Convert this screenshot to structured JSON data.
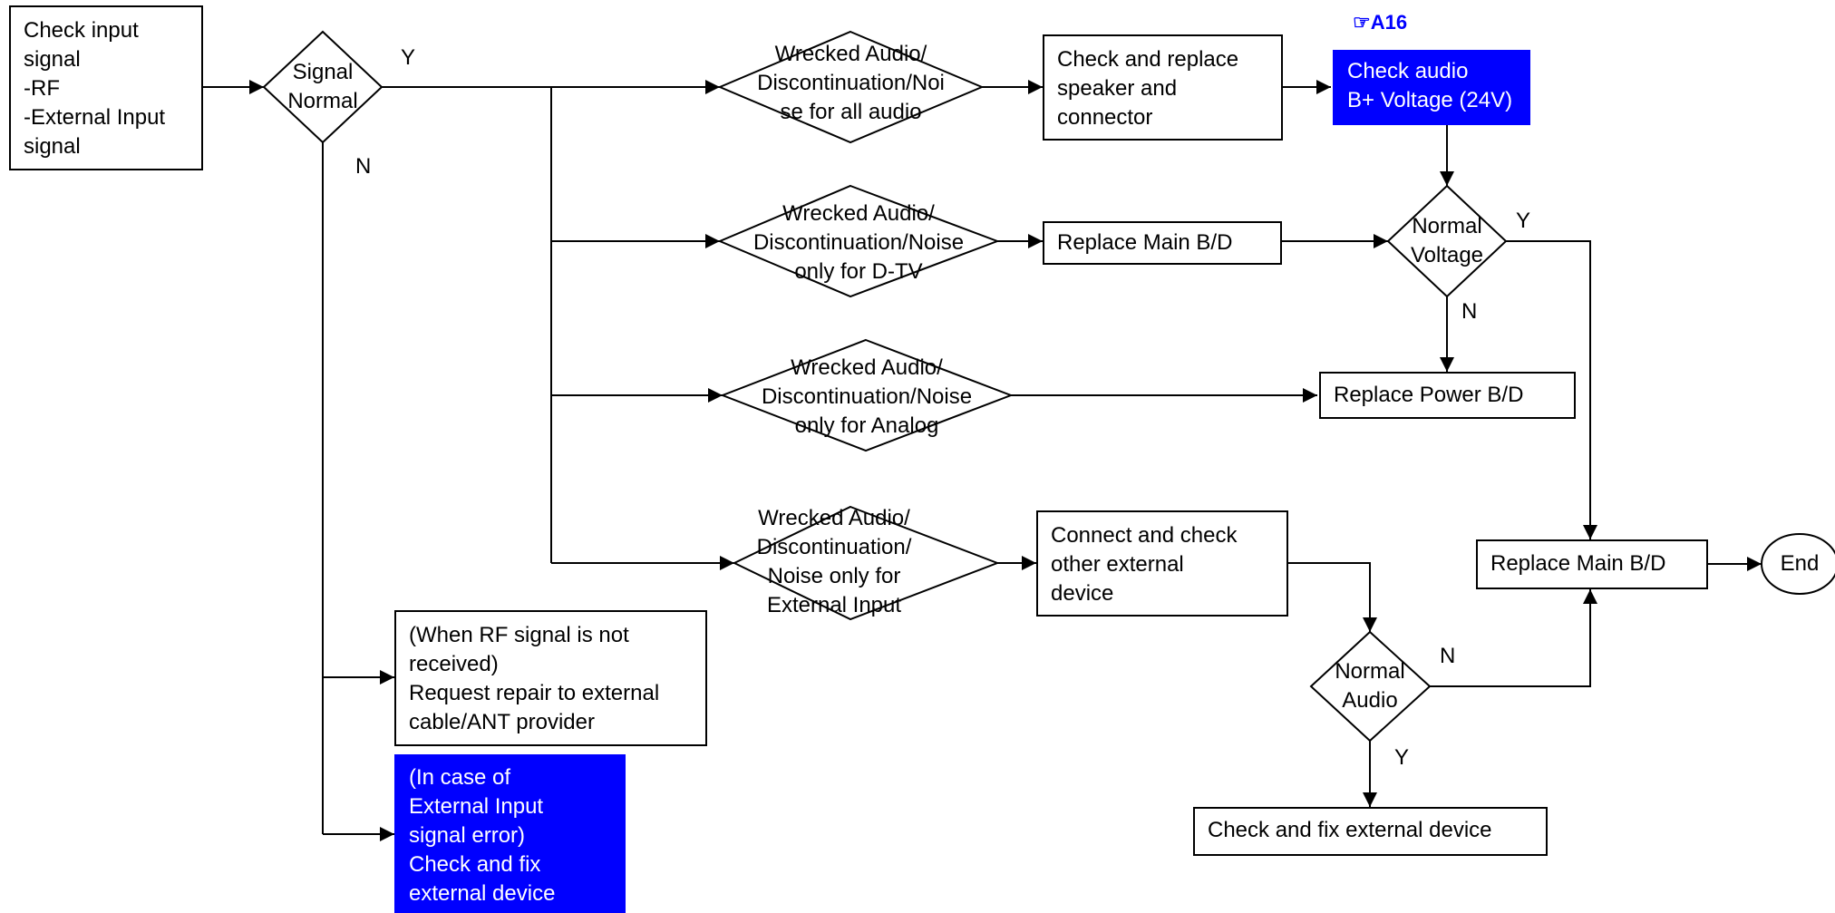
{
  "boxes": {
    "check_input": "Check input\nsignal\n-RF\n-External Input\nsignal",
    "speaker": "Check and replace\nspeaker and\nconnector",
    "check_audio_b": "Check audio\nB+ Voltage (24V)",
    "replace_main_top": "Replace Main B/D",
    "replace_power": "Replace Power B/D",
    "connect_external": "Connect and check\nother external\ndevice",
    "replace_main_bottom": "Replace Main B/D",
    "rf_repair": "(When RF signal is not\nreceived)\nRequest repair to external\ncable/ANT provider",
    "ext_error": "(In case of\nExternal Input\nsignal error)\nCheck and fix\nexternal device",
    "fix_external": "Check and fix external device"
  },
  "decisions": {
    "signal_normal": "Signal\nNormal",
    "audio_all": "Wrecked Audio/\nDiscontinuation/Noi\nse for all audio",
    "audio_dtv": "Wrecked Audio/\nDiscontinuation/Noise\nonly for D-TV",
    "audio_analog": "Wrecked Audio/\nDiscontinuation/Noise\nonly for Analog",
    "audio_external": "Wrecked Audio/\nDiscontinuation/\nNoise only for\nExternal Input",
    "normal_voltage": "Normal\nVoltage",
    "normal_audio": "Normal\nAudio"
  },
  "terminal": {
    "end": "End"
  },
  "labels": {
    "signal_y": "Y",
    "signal_n": "N",
    "voltage_y": "Y",
    "voltage_n": "N",
    "audio_n": "N",
    "audio_y": "Y"
  },
  "reference": "☞A16",
  "colors": {
    "highlight": "#0000ff",
    "line": "#000000"
  }
}
